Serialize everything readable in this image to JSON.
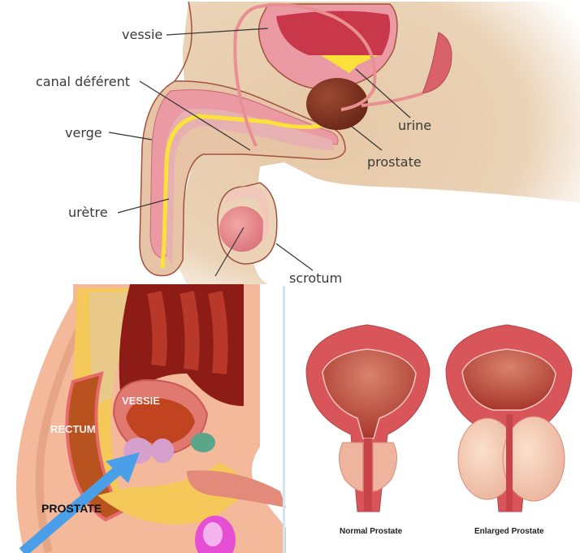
{
  "top_diagram": {
    "labels": {
      "vessie": "vessie",
      "canal_deferent": "canal déférent",
      "verge": "verge",
      "uretre": "urètre",
      "urine": "urine",
      "prostate": "prostate",
      "scrotum": "scrotum"
    },
    "colors": {
      "skin": "#e9cfb0",
      "pink_tissue": "#eb9aa4",
      "bladder": "#c9374a",
      "urine": "#fbe23a",
      "prostate": "#7a2a1c",
      "outline": "#a0523c"
    }
  },
  "sagittal_diagram": {
    "labels": {
      "vessie": "VESSIE",
      "rectum": "RECTUM",
      "prostate": "PROSTATE"
    },
    "arrow_color": "#4a9fe8"
  },
  "comparison_diagram": {
    "normal_label": "Normal Prostate",
    "enlarged_label": "Enlarged Prostate"
  }
}
